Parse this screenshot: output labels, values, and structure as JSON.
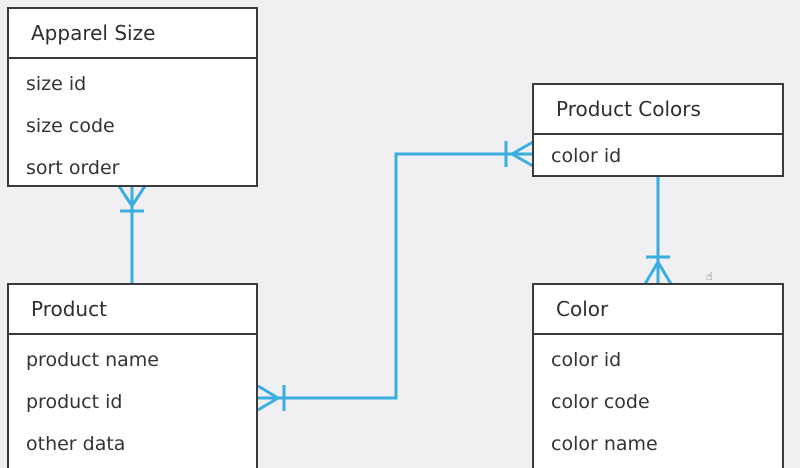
{
  "colors": {
    "background": "#f0eff2",
    "connector": "#3aaee0",
    "border": "#3a3a3a"
  },
  "entities": {
    "apparel_size": {
      "title": "Apparel Size",
      "fields": [
        "size id",
        "size code",
        "sort order"
      ]
    },
    "product": {
      "title": "Product",
      "fields": [
        "product name",
        "product id",
        "other data"
      ]
    },
    "product_colors": {
      "title": "Product Colors",
      "fields": [
        "color id"
      ]
    },
    "color": {
      "title": "Color",
      "fields": [
        "color id",
        "color code",
        "color name"
      ]
    }
  },
  "relationships": [
    {
      "from": "Product",
      "to": "Apparel Size",
      "notation": "one-to-many"
    },
    {
      "from": "Product",
      "to": "Product Colors",
      "notation": "many-to-many"
    },
    {
      "from": "Product Colors",
      "to": "Color",
      "notation": "one-to-many"
    }
  ]
}
